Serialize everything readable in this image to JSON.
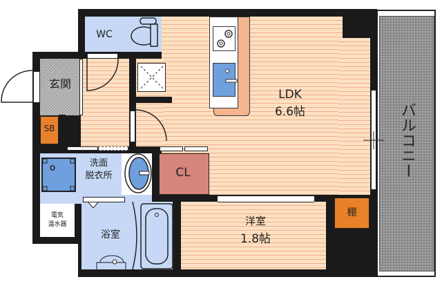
{
  "rooms": {
    "wc": "WC",
    "genkan": "玄関",
    "sb": "SB",
    "washroom_line1": "洗面",
    "washroom_line2": "脱衣所",
    "closet": "CL",
    "water_heater_line1": "電気",
    "water_heater_line2": "温水器",
    "bathroom": "浴室",
    "ldk_name": "LDK",
    "ldk_size": "6.6帖",
    "western_room_name": "洋室",
    "western_room_size": "1.8帖",
    "shelf": "棚",
    "balcony": "バルコニー"
  },
  "colors": {
    "wood": "#fde0c2",
    "wet_area": "#c6d8f6",
    "closet": "#d4857c",
    "storage": "#e8822a",
    "wall": "#1a1a1a"
  }
}
